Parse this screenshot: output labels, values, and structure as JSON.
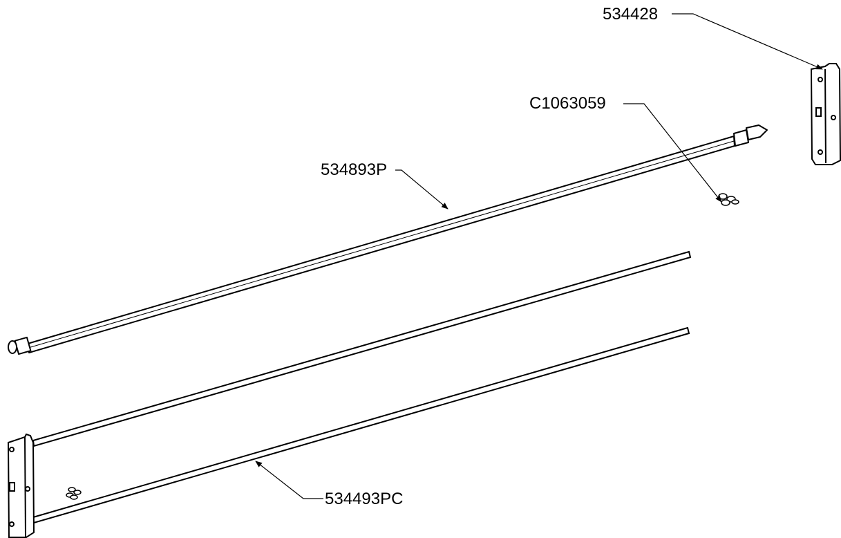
{
  "diagram": {
    "callouts": {
      "bracket_right": "534428",
      "screw_right": "C1063059",
      "top_rail": "534893P",
      "lower_rail": "534493PC"
    },
    "line_color": "#000000",
    "background": "#ffffff"
  }
}
